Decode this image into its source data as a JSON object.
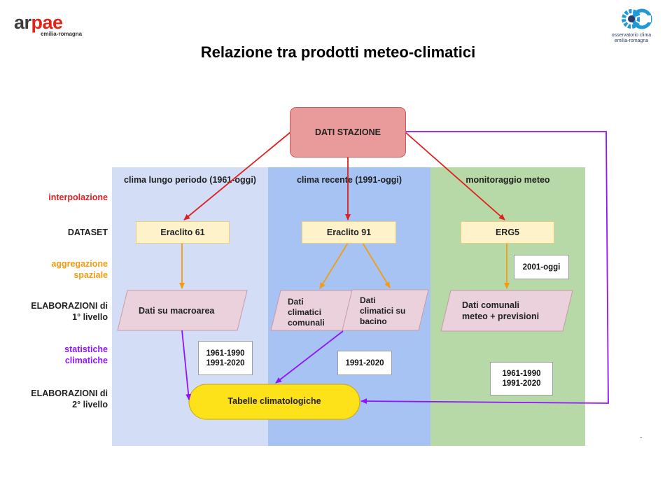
{
  "title": "Relazione tra prodotti meteo-climatici",
  "logos": {
    "arpae_main_dark": "ar",
    "arpae_main_red": "pae",
    "arpae_sub": "emilia-romagna",
    "osservatorio_line1": "osservatorio clima",
    "osservatorio_line2": "emilia-romagna"
  },
  "columns": [
    {
      "label": "clima lungo periodo (1961-oggi)",
      "color": "#d3def6"
    },
    {
      "label": "clima recente (1991-oggi)",
      "color": "#a7c3f3"
    },
    {
      "label": "monitoraggio meteo",
      "color": "#b7d8a7"
    }
  ],
  "row_labels": {
    "interpolazione": {
      "text": "interpolazione",
      "color": "#e02020"
    },
    "dataset": {
      "text": "DATASET",
      "color": "#222222"
    },
    "aggregazione": {
      "line1": "aggregazione",
      "line2": "spaziale",
      "color": "#f39c12"
    },
    "elab1": {
      "line1": "ELABORAZIONI di",
      "line2": "1° livello",
      "color": "#222222"
    },
    "statistiche": {
      "line1": "statistiche",
      "line2": "climatiche",
      "color": "#9013fe"
    },
    "elab2": {
      "line1": "ELABORAZIONI di",
      "line2": "2° livello",
      "color": "#222222"
    }
  },
  "station": {
    "label": "DATI STAZIONE",
    "fill": "#e99a9a"
  },
  "datasets": {
    "eraclito61": "Eraclito 61",
    "eraclito91": "Eraclito 91",
    "erg5": "ERG5"
  },
  "products": {
    "macroarea": "Dati su macroarea",
    "comunali": {
      "line1": "Dati",
      "line2": "climatici",
      "line3": "comunali"
    },
    "bacino": {
      "line1": "Dati",
      "line2": "climatici su",
      "line3": "bacino"
    },
    "meteo": {
      "line1": "Dati comunali",
      "line2": "meteo + previsioni"
    }
  },
  "periods": {
    "erg5_range": "2001-oggi",
    "lungo": {
      "line1": "1961-1990",
      "line2": "1991-2020"
    },
    "recente": "1991-2020",
    "meteo": {
      "line1": "1961-1990",
      "line2": "1991-2020"
    }
  },
  "tabelle": "Tabelle climatologiche",
  "arrow_colors": {
    "interpolation": "#e0201e",
    "aggregation": "#f39c12",
    "statistics": "#9013fe"
  },
  "corner_mark": "-"
}
